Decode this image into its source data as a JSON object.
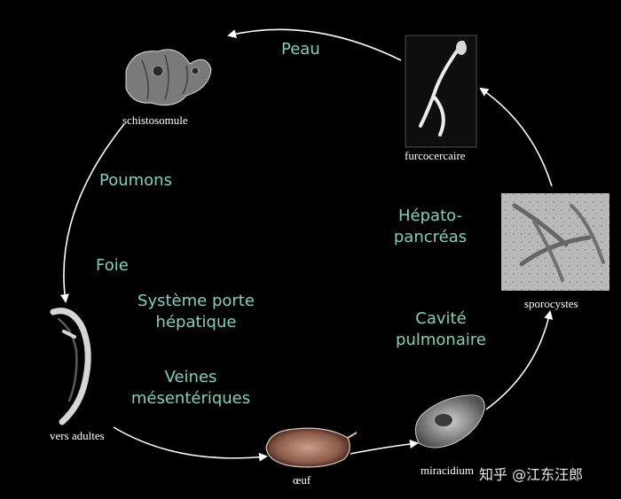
{
  "stages": {
    "schistosomule": "schistosomule",
    "furcocercaire": "furcocercaire",
    "sporocystes": "sporocystes",
    "miracidium": "miracidium",
    "oeuf": "œuf",
    "vers_adultes": "vers adultes"
  },
  "organs": {
    "peau": "Peau",
    "poumons": "Poumons",
    "foie": "Foie",
    "systeme_porte_1": "Système porte",
    "systeme_porte_2": "hépatique",
    "veines_1": "Veines",
    "veines_2": "mésentériques",
    "hepato_1": "Hépato-",
    "hepato_2": "pancréas",
    "cavite_1": "Cavité",
    "cavite_2": "pulmonaire"
  },
  "watermark": "知乎 @江东汪郎",
  "colors": {
    "background": "#000000",
    "organ_text": "#7fd1bd",
    "stage_text": "#ffffff",
    "arrow": "#ffffff"
  }
}
